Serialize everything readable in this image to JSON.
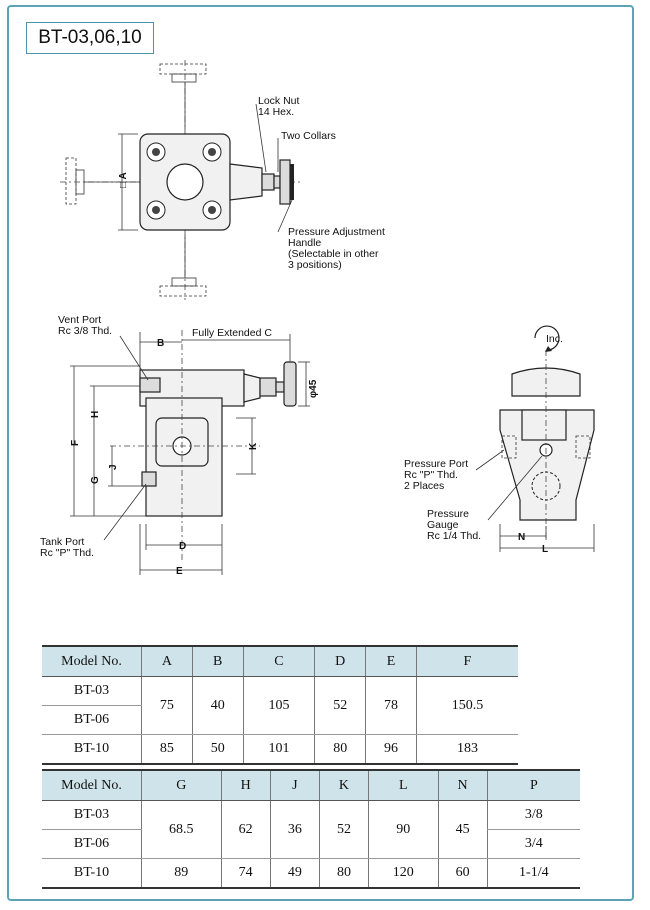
{
  "title": "BT-03,06,10",
  "labels": {
    "lock_nut": "Lock Nut",
    "lock_nut_size": "14 Hex.",
    "two_collars": "Two Collars",
    "pressure_adjustment_1": "Pressure Adjustment",
    "pressure_adjustment_2": "Handle",
    "pressure_adjustment_3": "(Selectable in other",
    "pressure_adjustment_4": "3 positions)",
    "vent_port_1": "Vent Port",
    "vent_port_2": "Rc 3/8 Thd.",
    "fully_extended": "Fully Extended C",
    "inc": "Inc.",
    "pressure_port_1": "Pressure  Port",
    "pressure_port_2": "Rc \"P\" Thd.",
    "pressure_port_3": "2 Places",
    "gauge_1": "Pressure",
    "gauge_2": "Gauge",
    "gauge_3": "Rc 1/4 Thd.",
    "tank_port_1": "Tank Port",
    "tank_port_2": "Rc \"P\" Thd.",
    "dim_a": "□ A",
    "dim_b": "B",
    "dim_d": "D",
    "dim_e": "E",
    "dim_f": "F",
    "dim_g": "G",
    "dim_h": "H",
    "dim_j": "J",
    "dim_k": "K",
    "dim_l": "L",
    "dim_n": "N",
    "dim_phi": "φ45"
  },
  "table1": {
    "headers": [
      "Model No.",
      "A",
      "B",
      "C",
      "D",
      "E",
      "F"
    ],
    "models": [
      "BT-03",
      "BT-06",
      "BT-10"
    ],
    "row_03_06": [
      "75",
      "40",
      "105",
      "52",
      "78",
      "150.5"
    ],
    "row_10": [
      "85",
      "50",
      "101",
      "80",
      "96",
      "183"
    ]
  },
  "table2": {
    "headers": [
      "Model No.",
      "G",
      "H",
      "J",
      "K",
      "L",
      "N",
      "P"
    ],
    "models": [
      "BT-03",
      "BT-06",
      "BT-10"
    ],
    "row_03_06": [
      "68.5",
      "62",
      "36",
      "52",
      "90",
      "45"
    ],
    "p_values": [
      "3/8",
      "3/4",
      "1-1/4"
    ],
    "row_10": [
      "89",
      "74",
      "49",
      "80",
      "120",
      "60"
    ]
  }
}
